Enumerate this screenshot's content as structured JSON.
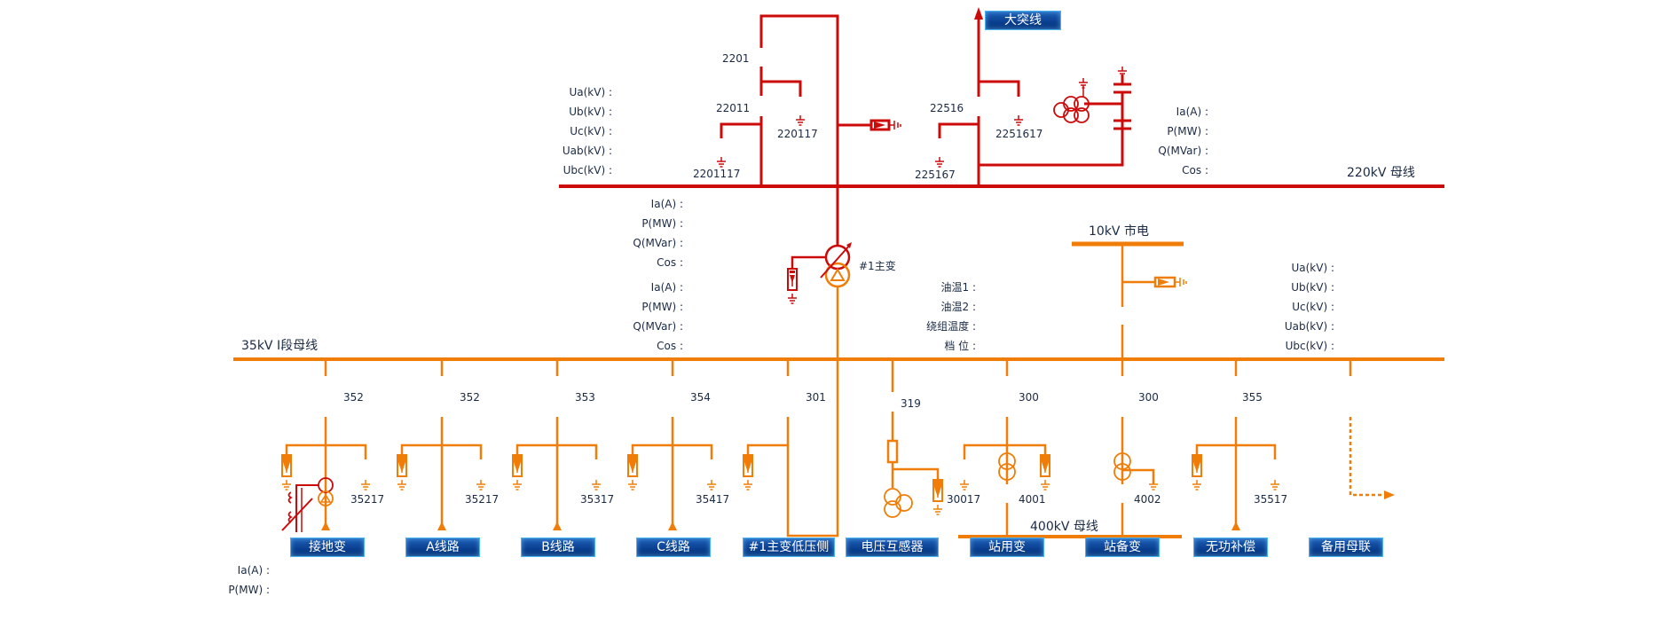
{
  "colors": {
    "hv_red": "#cc0a0a",
    "lv_orange": "#f07d08",
    "text": "#1a2a44",
    "button_bg": "#0a4596",
    "button_border": "#46b4f0"
  },
  "buses": {
    "bus_220kv": "220kV 母线",
    "bus_35kv": "35kV I段母线",
    "bus_10kv": "10kV 市电",
    "bus_400kv": "400kV 母线"
  },
  "top_button": "大突线",
  "switch_labels": {
    "s2201": "2201",
    "s22011": "22011",
    "s220117": "220117",
    "s2201117": "2201117",
    "s22516": "22516",
    "s2251617": "2251617",
    "s225167": "225167",
    "transformer": "#1主变"
  },
  "measure_220_left": [
    "Ua(kV) :",
    "Ub(kV) :",
    "Uc(kV) :",
    "Uab(kV) :",
    "Ubc(kV) :"
  ],
  "measure_220_right": [
    "Ia(A) :",
    "P(MW) :",
    "Q(MVar) :",
    "Cos :"
  ],
  "measure_tx_high": [
    "Ia(A) :",
    "P(MW) :",
    "Q(MVar) :",
    "Cos :"
  ],
  "measure_tx_low": [
    "Ia(A) :",
    "P(MW) :",
    "Q(MVar) :",
    "Cos :"
  ],
  "measure_tx_temp": [
    "油温1 :",
    "油温2 :",
    "绕组温度 :",
    "档  位 :"
  ],
  "measure_35_right": [
    "Ua(kV) :",
    "Ub(kV) :",
    "Uc(kV) :",
    "Uab(kV) :",
    "Ubc(kV) :"
  ],
  "measure_bottom": [
    "Ia(A) :",
    "P(MW) :"
  ],
  "feeders": [
    {
      "breaker": "352",
      "ground": "35217",
      "button": "接地变"
    },
    {
      "breaker": "352",
      "ground": "35217",
      "button": "A线路"
    },
    {
      "breaker": "353",
      "ground": "35317",
      "button": "B线路"
    },
    {
      "breaker": "354",
      "ground": "35417",
      "button": "C线路"
    },
    {
      "breaker": "301",
      "ground": "",
      "button": "#1主变低压侧"
    },
    {
      "breaker": "319",
      "ground": "",
      "button": "电压互感器"
    },
    {
      "breaker": "300",
      "ground": "30017",
      "ground2": "4001",
      "button": "站用变"
    },
    {
      "breaker": "300",
      "ground": "4002",
      "button": "站备变"
    },
    {
      "breaker": "355",
      "ground": "35517",
      "button": "无功补偿"
    },
    {
      "breaker": "",
      "ground": "",
      "button": "备用母联"
    }
  ]
}
